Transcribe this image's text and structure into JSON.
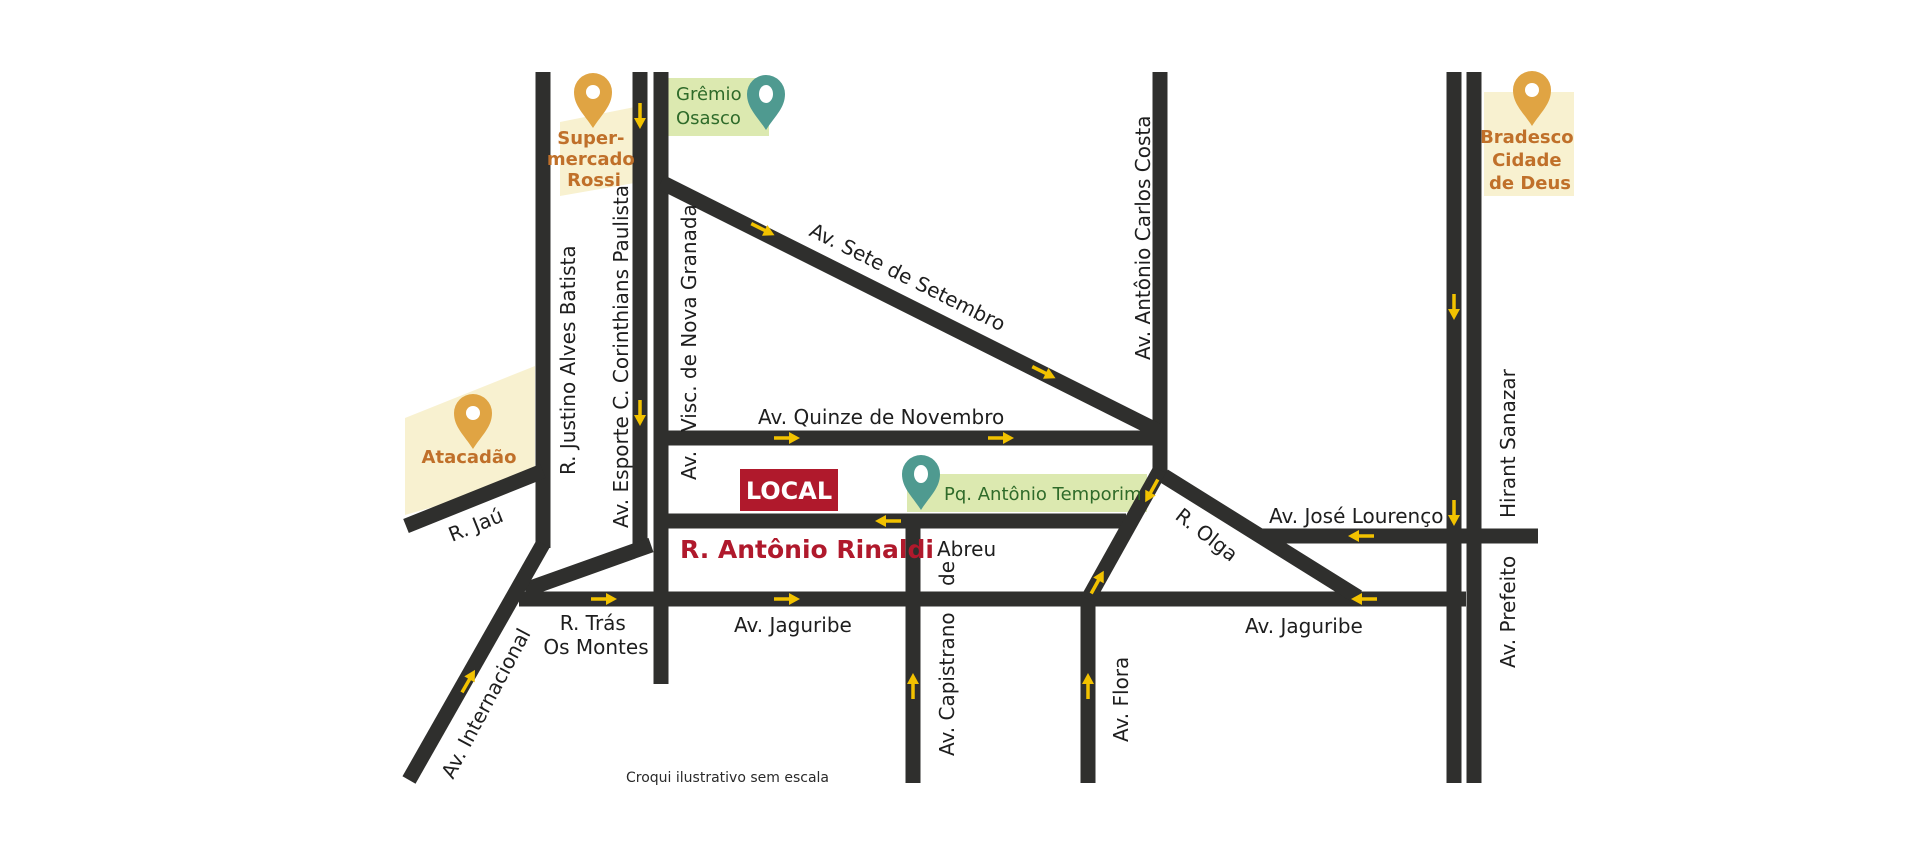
{
  "colors": {
    "road": "#2f2f2d",
    "arrow": "#f2c200",
    "poi_orange": "#c0702a",
    "poi_pin_orange": "#e0a443",
    "poi_area_orange": "#f8f1d0",
    "poi_green": "#2f6b2a",
    "poi_pin_teal": "#4f9a90",
    "poi_area_green": "#dce9b0",
    "local_badge": "#b0192c",
    "target_street": "#b0192c"
  },
  "streets": {
    "justino": "R. Justino Alves Batista",
    "esporte": "Av. Esporte C. Corinthians Paulista",
    "visc": "Visc. de Nova Granada",
    "av_small": "Av.",
    "antonio_costa": "Av. Antônio Carlos Costa",
    "sete": "Av. Sete de Setembro",
    "quinze": "Av. Quinze de Novembro",
    "jau": "R. Jaú",
    "tras_1": "R. Trás",
    "tras_2": "Os Montes",
    "jaguribe_left": "Av. Jaguribe",
    "jaguribe_right": "Av. Jaguribe",
    "internacional": "Av. Internacional",
    "abreu": "Abreu",
    "de": "de",
    "capistrano": "Av. Capistrano",
    "flora": "Av. Flora",
    "olga": "R. Olga",
    "jose_lourenco": "Av. José Lourenço",
    "hirant": "Hirant Sanazar",
    "prefeito": "Av. Prefeito"
  },
  "pois": {
    "supermercado": [
      "Super-",
      "mercado",
      "Rossi"
    ],
    "gremio": [
      "Grêmio",
      "Osasco"
    ],
    "bradesco": [
      "Bradesco",
      "Cidade",
      "de Deus"
    ],
    "atacadao": "Atacadão",
    "pq": "Pq. Antônio Temporim"
  },
  "local": {
    "badge": "LOCAL",
    "street": "R. Antônio Rinaldi"
  },
  "note": "Croqui ilustrativo sem escala",
  "icons": {
    "poi_pin": "map-pin-icon",
    "traffic_arrow": "direction-arrow-icon"
  }
}
